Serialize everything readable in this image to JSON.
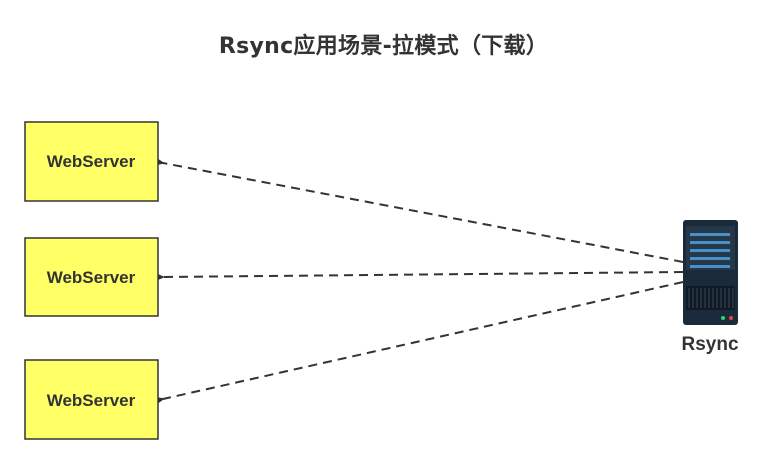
{
  "title": "Rsync应用场景-拉模式（下载）",
  "colors": {
    "box_fill": "#ffff66",
    "box_stroke": "#333333",
    "arrow": "#333333",
    "server_body": "#1a2a3a",
    "server_accent": "#4a90c8"
  },
  "nodes": [
    {
      "id": "webserver-1",
      "label": "WebServer"
    },
    {
      "id": "webserver-2",
      "label": "WebServer"
    },
    {
      "id": "webserver-3",
      "label": "WebServer"
    }
  ],
  "server": {
    "label": "Rsync",
    "icon": "server-icon"
  },
  "edges": [
    {
      "from": "Rsync",
      "to": "webserver-1",
      "style": "dashed"
    },
    {
      "from": "Rsync",
      "to": "webserver-2",
      "style": "dashed"
    },
    {
      "from": "Rsync",
      "to": "webserver-3",
      "style": "dashed"
    }
  ]
}
